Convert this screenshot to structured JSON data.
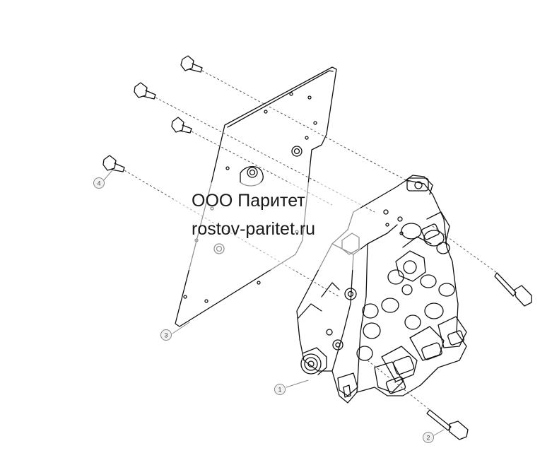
{
  "watermark": {
    "line1": "ООО Паритет",
    "line2": "rostov-paritet.ru"
  },
  "callouts": [
    {
      "id": "1",
      "label": "1"
    },
    {
      "id": "2",
      "label": "2"
    },
    {
      "id": "3",
      "label": "3"
    },
    {
      "id": "4",
      "label": "4"
    }
  ],
  "colors": {
    "line": "#111111",
    "dash": "#555555",
    "callout": "#888888",
    "callout_fill": "#f2f2f2"
  }
}
